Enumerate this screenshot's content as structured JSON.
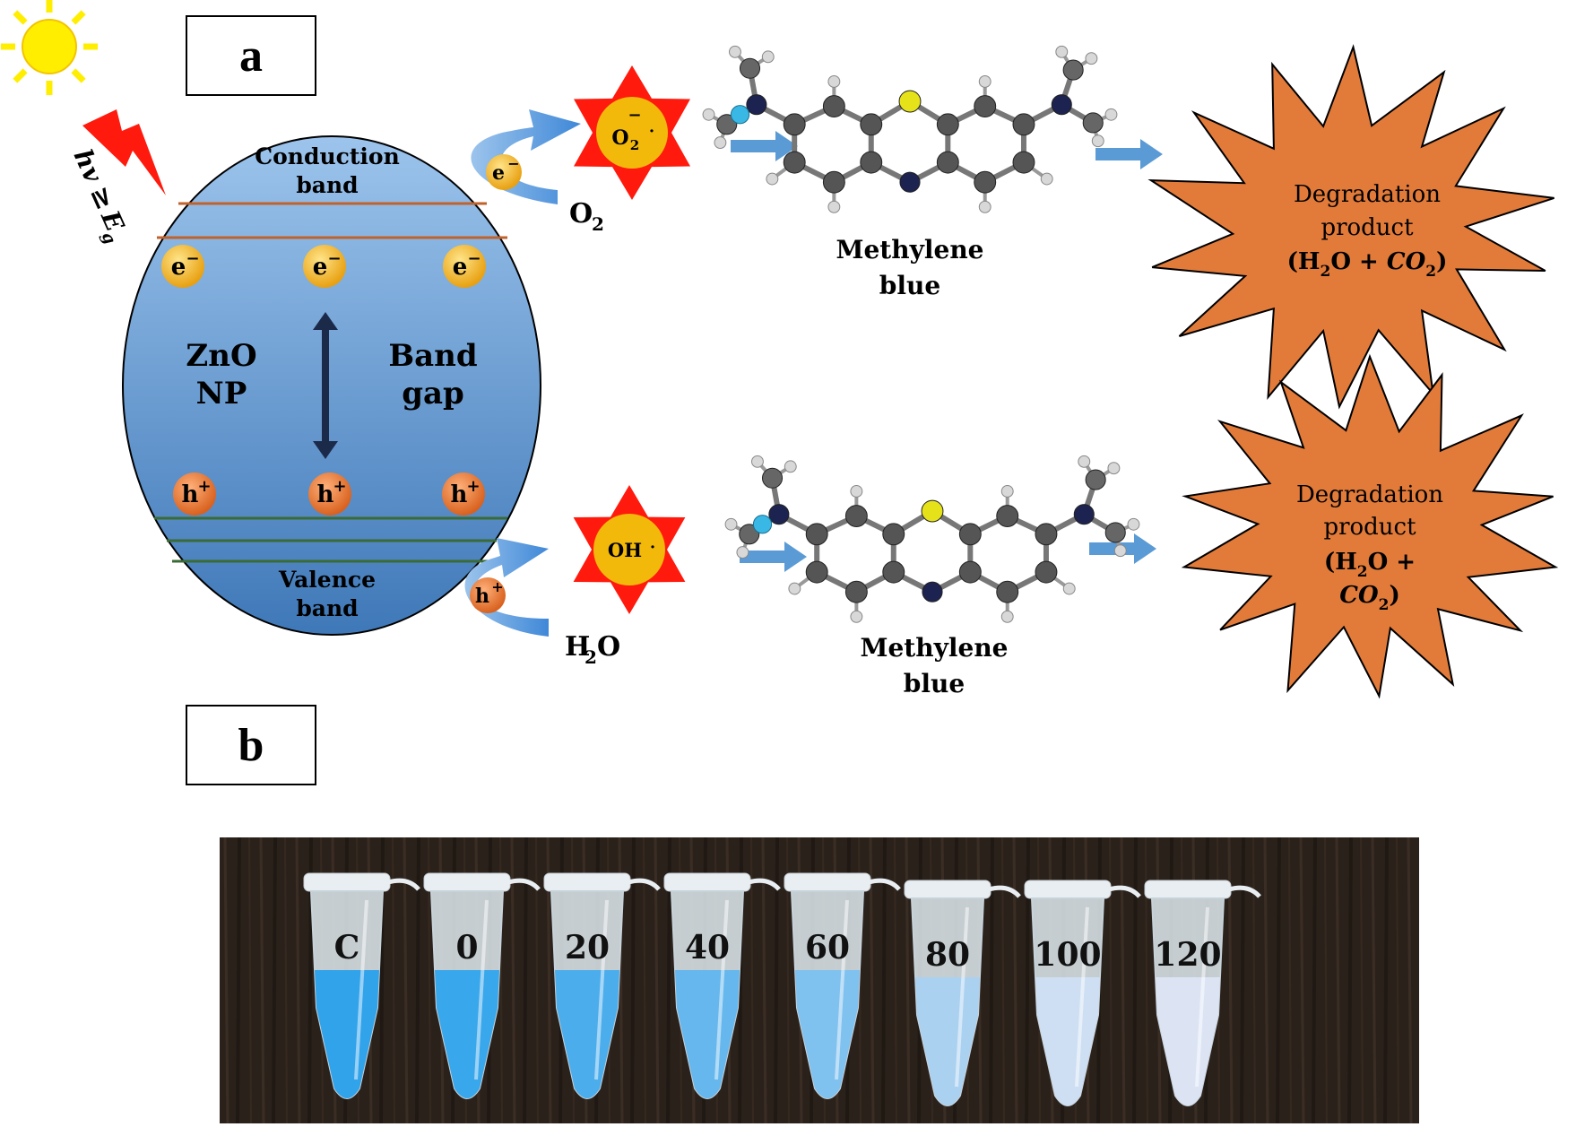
{
  "panels": {
    "a": "a",
    "b": "b"
  },
  "light": {
    "hv": "hv",
    "geq": "≥",
    "eg": "E",
    "eg_sub": "g"
  },
  "particle": {
    "label": "ZnO",
    "label2": "NP",
    "conduction_band": "Conduction",
    "conduction_band2": "band",
    "valence_band": "Valence",
    "valence_band2": "band",
    "band_gap": "Band",
    "band_gap2": "gap",
    "electron": "e",
    "electron_sup": "−",
    "hole": "h",
    "hole_sup": "+"
  },
  "top_path": {
    "radical": "O",
    "radical_sub": "2",
    "radical_sup": "−",
    "reactant": "O",
    "reactant_sub": "2",
    "dye_line1": "Methylene",
    "dye_line2": "blue",
    "product_line1": "Degradation",
    "product_line2": "product",
    "product_line3": "(H",
    "product_line3_sub": "2",
    "product_line3_mid": "O + ",
    "product_line3_co": "CO",
    "product_line3_sub2": "2",
    "product_line3_end": ")"
  },
  "bottom_path": {
    "radical": "OH",
    "radical_dot": "·",
    "reactant": "H",
    "reactant_sub": "2",
    "reactant_end": "O",
    "dye_line1": "Methylene",
    "dye_line2": "blue",
    "product_line1": "Degradation",
    "product_line2": "product",
    "product_line3a": "(H",
    "product_line3a_sub": "2",
    "product_line3a_end": "O +",
    "product_line4": "CO",
    "product_line4_sub": "2",
    "product_line4_end": ")"
  },
  "tubes": {
    "labels": [
      "C",
      "0",
      "20",
      "40",
      "60",
      "80",
      "100",
      "120"
    ],
    "blue_levels": [
      1.0,
      0.95,
      0.85,
      0.7,
      0.55,
      0.3,
      0.1,
      0.02
    ]
  },
  "colors": {
    "particle_top": "#9cc4ec",
    "particle_bottom": "#3f78b8",
    "star_red": "#ff1a0d",
    "radical_gold": "#f2b90b",
    "burst_orange": "#e27b3a",
    "arrow_blue": "#5b9bd5",
    "cb_line": "#c0622b",
    "vb_line": "#3a6b35",
    "sun": "#ffee00"
  }
}
